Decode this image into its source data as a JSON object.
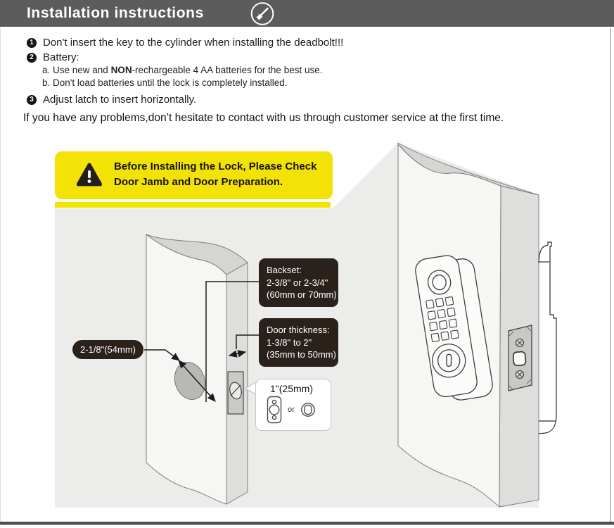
{
  "header": {
    "title": "Installation instructions",
    "icon": "screwdriver-icon",
    "bg_color": "#5C5C5C"
  },
  "instructions": {
    "step1": {
      "num": "1",
      "text": "Don't insert the key to the cylinder when installing the deadbolt!!!"
    },
    "step2": {
      "num": "2",
      "text": "Battery:",
      "sub_a_prefix": "a. Use new and ",
      "sub_a_bold": "NON",
      "sub_a_suffix": "-rechargeable 4  AA batteries for the best use.",
      "sub_b": "b. Don't load batteries until the lock is completely installed."
    },
    "step3": {
      "num": "3",
      "text": "Adjust latch to insert horizontally."
    },
    "note": "If you have any problems,don’t hesitate to contact with us through customer service at the first time."
  },
  "warning": {
    "icon": "warning-triangle-icon",
    "line1": "Before Installing the Lock, Please Check",
    "line2": "Door Jamb and Door Preparation.",
    "bg_color": "#F2E205"
  },
  "labels": {
    "backset": {
      "line1": "Backset:",
      "line2": "2-3/8\" or 2-3/4\"",
      "line3": "(60mm or 70mm)"
    },
    "door_thickness": {
      "line1": "Door thickness:",
      "line2": "1-3/8\" to 2\"",
      "line3": "(35mm to 50mm)"
    },
    "cross_bore": "2-1/8\"(54mm)",
    "edge_bore_size": "1\"(25mm)",
    "or_text": "or"
  },
  "colors": {
    "callout_bg": "#2B211B",
    "banner_yellow": "#F2E205",
    "backdrop_gray": "#ECECEA",
    "door_face": "#F6F6F5",
    "door_top_band": "#D5D5D3",
    "door_edge_face": "#DEDEDC",
    "latch_plate": "#C8C8C6",
    "page_frame": "#4F4F4F"
  }
}
